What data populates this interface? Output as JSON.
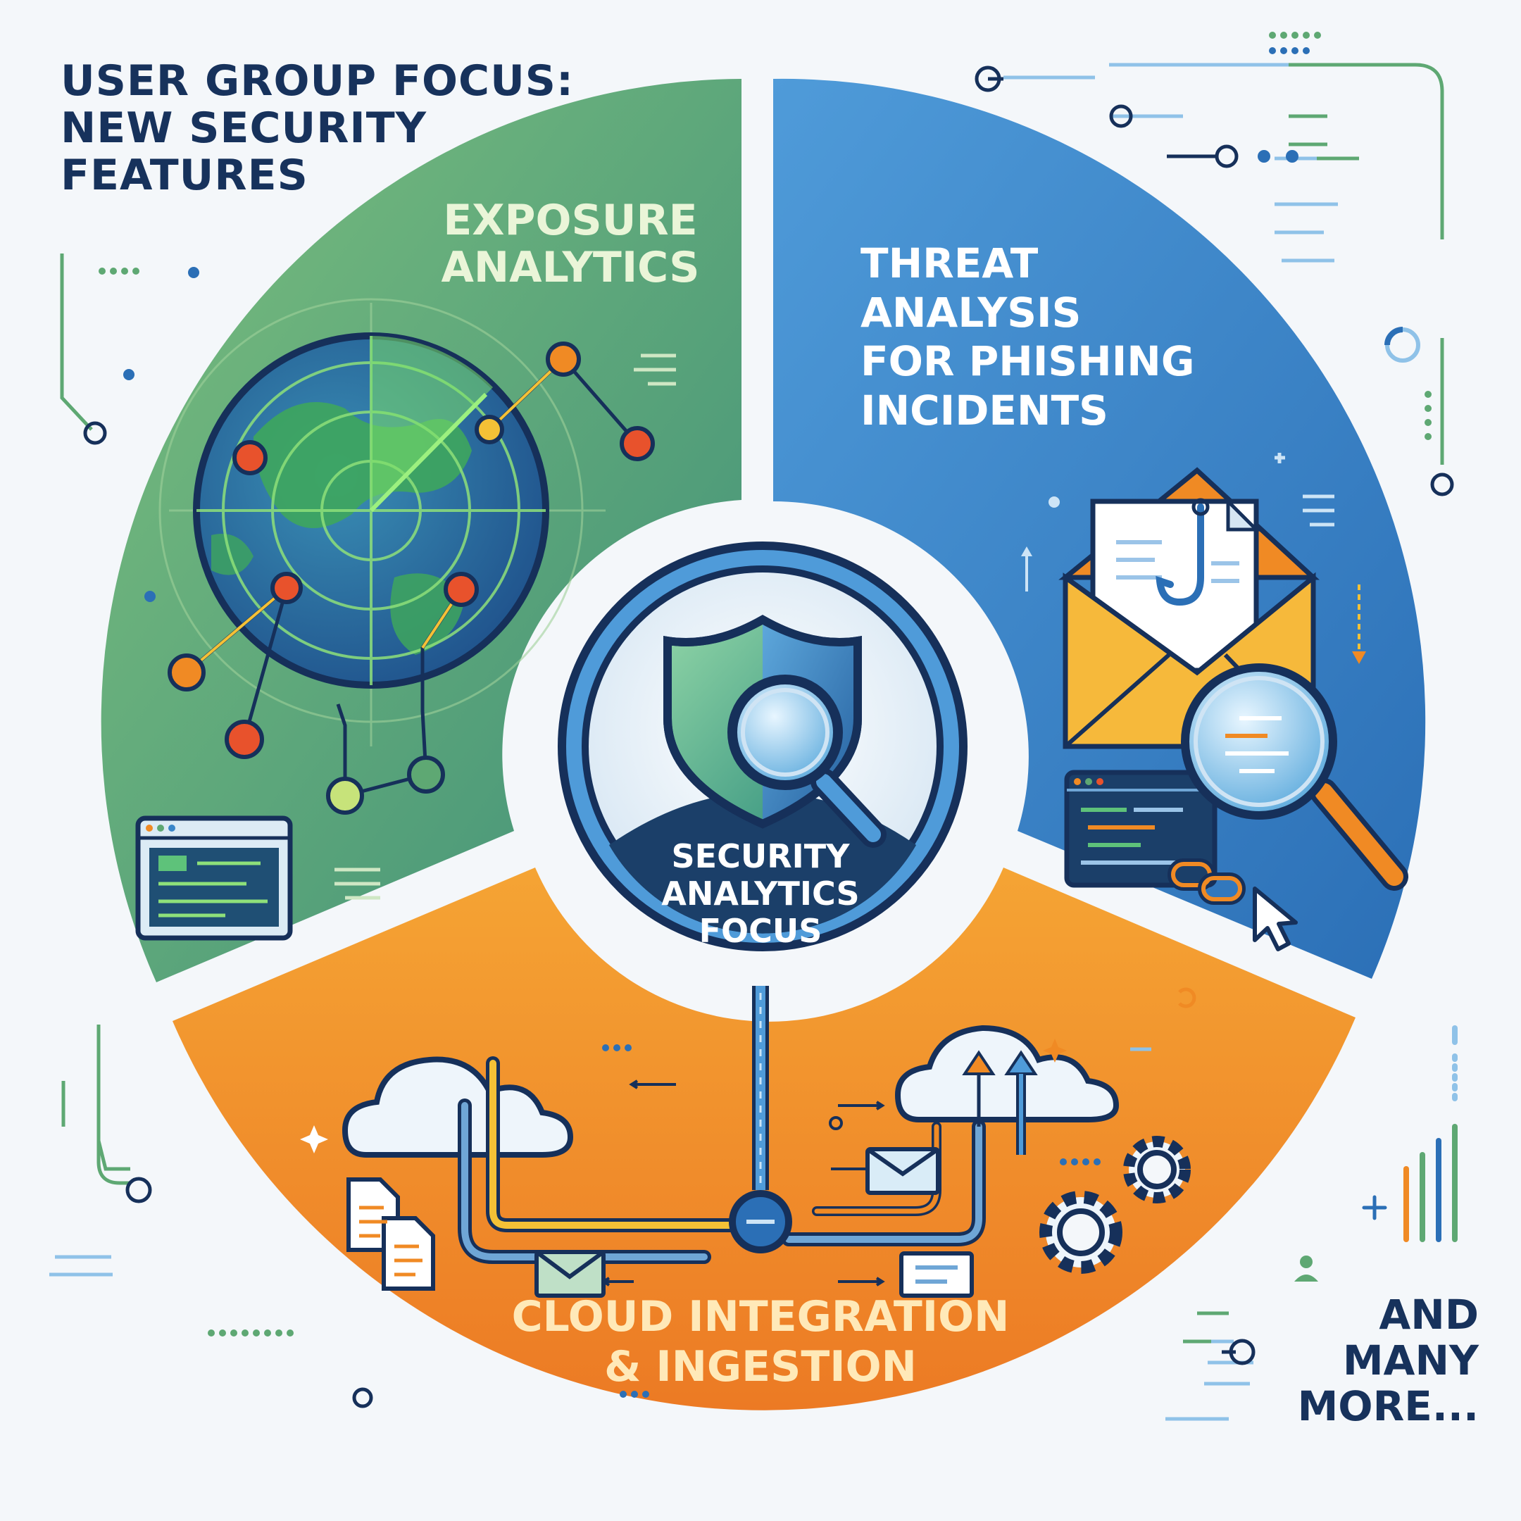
{
  "title": {
    "lines": [
      "USER GROUP FOCUS:",
      "NEW SECURITY",
      "FEATURES"
    ]
  },
  "segments": {
    "exposure": {
      "lines": [
        "EXPOSURE",
        "ANALYTICS"
      ],
      "color": "#5ea873"
    },
    "threat": {
      "lines": [
        "THREAT",
        "ANALYSIS",
        "FOR PHISHING",
        "INCIDENTS"
      ],
      "color": "#3a86c9"
    },
    "cloud": {
      "lines": [
        "CLOUD INTEGRATION",
        "& INGESTION"
      ],
      "color": "#ee8a2a"
    }
  },
  "center": {
    "lines": [
      "SECURITY",
      "ANALYTICS",
      "FOCUS"
    ]
  },
  "more": {
    "lines": [
      "AND",
      "MANY",
      "MORE..."
    ]
  },
  "colors": {
    "navy": "#17325c",
    "orange": "#f08a24",
    "red": "#e8522c",
    "paper": "#f4f7fa"
  },
  "icons": [
    "radar-globe-icon",
    "browser-window-icon",
    "shield-magnifier-icon",
    "phishing-email-icon",
    "magnifier-icon",
    "code-window-icon",
    "chain-link-icon",
    "cursor-icon",
    "cloud-icon",
    "document-icon",
    "envelope-icon",
    "gear-icon",
    "user-icon"
  ]
}
